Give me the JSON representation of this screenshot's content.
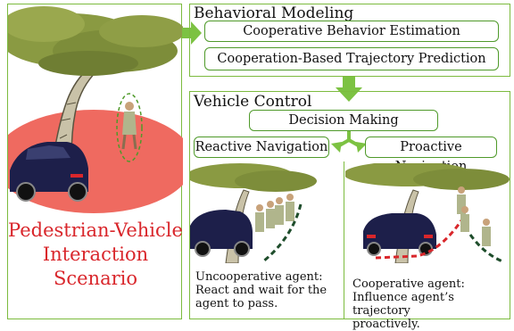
{
  "scenario": {
    "title_line1": "Pedestrian-Vehicle",
    "title_line2": "Interaction",
    "title_line3": "Scenario"
  },
  "behavioral_modeling": {
    "heading": "Behavioral Modeling",
    "step1": "Cooperative Behavior Estimation",
    "step2": "Cooperation-Based Trajectory Prediction"
  },
  "vehicle_control": {
    "heading": "Vehicle Control",
    "decision": "Decision Making",
    "reactive": {
      "label": "Reactive Navigation",
      "caption_line1": "Uncooperative agent:",
      "caption_line2": "React and wait for the",
      "caption_line3": "agent to pass."
    },
    "proactive": {
      "label": "Proactive Navigation",
      "caption_line1": "Cooperative agent:",
      "caption_line2": "Influence agent’s trajectory",
      "caption_line3": "proactively."
    }
  },
  "colors": {
    "panel_border": "#7cbb3e",
    "arrow": "#7cc242",
    "zone_fill": "#ef6a60",
    "title_text": "#d9262b",
    "car_body": "#1d1f4a",
    "predicted_path": "#d9262b",
    "cooperative_path": "#1e4d2b"
  }
}
